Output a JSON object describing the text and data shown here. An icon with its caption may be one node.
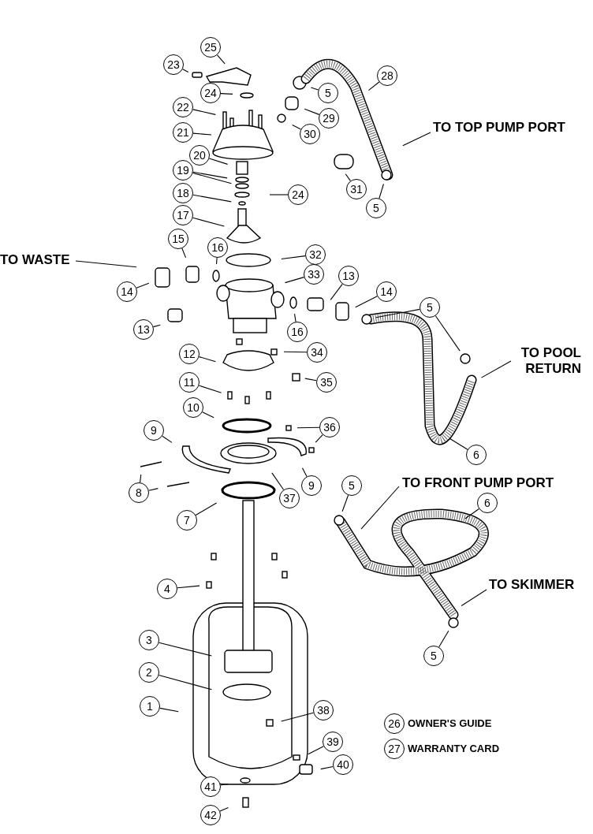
{
  "diagram": {
    "nodes": [
      {
        "text": [
          "25"
        ]
      },
      {
        "text": [
          "23"
        ]
      },
      {
        "text": [
          "28"
        ]
      },
      {
        "text": [
          "5"
        ]
      },
      {
        "text": [
          "24"
        ]
      },
      {
        "text": [
          "22"
        ]
      },
      {
        "text": [
          "29"
        ]
      },
      {
        "text": [
          "TO TOP PUMP PORT"
        ]
      },
      {
        "text": [
          "21"
        ]
      },
      {
        "text": [
          "30"
        ]
      },
      {
        "text": [
          "20"
        ]
      },
      {
        "text": [
          "19"
        ]
      },
      {
        "text": [
          "31"
        ]
      },
      {
        "text": [
          "18"
        ]
      },
      {
        "text": [
          "24"
        ]
      },
      {
        "text": [
          "5"
        ]
      },
      {
        "text": [
          "17"
        ]
      },
      {
        "text": [
          "15"
        ]
      },
      {
        "text": [
          "16"
        ]
      },
      {
        "text": [
          "32"
        ]
      },
      {
        "text": [
          "TO WASTE"
        ]
      },
      {
        "text": [
          "33"
        ]
      },
      {
        "text": [
          "13"
        ]
      },
      {
        "text": [
          "14"
        ]
      },
      {
        "text": [
          "14"
        ]
      },
      {
        "text": [
          "5"
        ]
      },
      {
        "text": [
          "13"
        ]
      },
      {
        "text": [
          "16"
        ]
      },
      {
        "text": [
          "34"
        ]
      },
      {
        "text": [
          "12"
        ]
      },
      {
        "text": [
          "TO POOL RETURN"
        ]
      },
      {
        "text": [
          "35"
        ]
      },
      {
        "text": [
          "11"
        ]
      },
      {
        "text": [
          "10"
        ]
      },
      {
        "text": [
          "36"
        ]
      },
      {
        "text": [
          "9"
        ]
      },
      {
        "text": [
          "6"
        ]
      },
      {
        "text": [
          "TO FRONT PUMP PORT"
        ]
      },
      {
        "text": [
          "9"
        ]
      },
      {
        "text": [
          "8"
        ]
      },
      {
        "text": [
          "5"
        ]
      },
      {
        "text": [
          "37"
        ]
      },
      {
        "text": [
          "6"
        ]
      },
      {
        "text": [
          "7"
        ]
      },
      {
        "text": [
          "TO SKIMMER"
        ]
      },
      {
        "text": [
          "4"
        ]
      },
      {
        "text": [
          "3"
        ]
      },
      {
        "text": [
          "5"
        ]
      },
      {
        "text": [
          "2"
        ]
      },
      {
        "text": [
          "1"
        ]
      },
      {
        "text": [
          "38"
        ]
      },
      {
        "text": [
          "26"
        ],
        "beside": [
          "OWNER'S GUIDE"
        ]
      },
      {
        "text": [
          "27"
        ],
        "beside": [
          "WARRANTY CARD"
        ]
      },
      {
        "text": [
          "39"
        ]
      },
      {
        "text": [
          "40"
        ]
      },
      {
        "text": [
          "41"
        ]
      },
      {
        "text": [
          "42"
        ]
      }
    ],
    "edges": [
      {
        "from": 0,
        "to": null,
        "arrow": "none"
      },
      {
        "from": 1,
        "to": null,
        "arrow": "none"
      },
      {
        "from": 2,
        "to": null,
        "arrow": "none"
      },
      {
        "from": 3,
        "to": null,
        "arrow": "none"
      },
      {
        "from": 4,
        "to": null,
        "arrow": "none"
      },
      {
        "from": 5,
        "to": null,
        "arrow": "none"
      },
      {
        "from": 6,
        "to": null,
        "arrow": "none"
      },
      {
        "from": 7,
        "to": null,
        "arrow": "none"
      },
      {
        "from": 8,
        "to": null,
        "arrow": "none"
      },
      {
        "from": 9,
        "to": null,
        "arrow": "none"
      },
      {
        "from": 10,
        "to": null,
        "arrow": "none"
      },
      {
        "from": 11,
        "to": null,
        "arrow": "none"
      },
      {
        "from": 11,
        "to": null,
        "arrow": "none"
      },
      {
        "from": 12,
        "to": null,
        "arrow": "none"
      },
      {
        "from": 13,
        "to": null,
        "arrow": "none"
      },
      {
        "from": 14,
        "to": null,
        "arrow": "none"
      },
      {
        "from": 15,
        "to": null,
        "arrow": "none"
      },
      {
        "from": 16,
        "to": null,
        "arrow": "none"
      },
      {
        "from": 17,
        "to": null,
        "arrow": "none"
      },
      {
        "from": 18,
        "to": null,
        "arrow": "none"
      },
      {
        "from": 19,
        "to": null,
        "arrow": "none"
      },
      {
        "from": 20,
        "to": null,
        "arrow": "none"
      },
      {
        "from": 21,
        "to": null,
        "arrow": "none"
      },
      {
        "from": 22,
        "to": null,
        "arrow": "none"
      },
      {
        "from": 23,
        "to": null,
        "arrow": "none"
      },
      {
        "from": 24,
        "to": null,
        "arrow": "none"
      },
      {
        "from": 25,
        "to": null,
        "arrow": "none"
      },
      {
        "from": 25,
        "to": null,
        "arrow": "none"
      },
      {
        "from": 26,
        "to": null,
        "arrow": "none"
      },
      {
        "from": 27,
        "to": null,
        "arrow": "none"
      },
      {
        "from": 28,
        "to": null,
        "arrow": "none"
      },
      {
        "from": 29,
        "to": null,
        "arrow": "none"
      },
      {
        "from": 30,
        "to": null,
        "arrow": "none"
      },
      {
        "from": 31,
        "to": null,
        "arrow": "none"
      },
      {
        "from": 32,
        "to": null,
        "arrow": "none"
      },
      {
        "from": 33,
        "to": null,
        "arrow": "none"
      },
      {
        "from": 34,
        "to": null,
        "arrow": "none"
      },
      {
        "from": 34,
        "to": null,
        "arrow": "none"
      },
      {
        "from": 35,
        "to": null,
        "arrow": "none"
      },
      {
        "from": 36,
        "to": null,
        "arrow": "none"
      },
      {
        "from": 37,
        "to": null,
        "arrow": "none"
      },
      {
        "from": 38,
        "to": null,
        "arrow": "none"
      },
      {
        "from": 39,
        "to": null,
        "arrow": "none"
      },
      {
        "from": 39,
        "to": null,
        "arrow": "none"
      },
      {
        "from": 40,
        "to": null,
        "arrow": "none"
      },
      {
        "from": 41,
        "to": null,
        "arrow": "none"
      },
      {
        "from": 42,
        "to": null,
        "arrow": "none"
      },
      {
        "from": 43,
        "to": null,
        "arrow": "none"
      },
      {
        "from": 44,
        "to": null,
        "arrow": "none"
      },
      {
        "from": 45,
        "to": null,
        "arrow": "none"
      },
      {
        "from": 46,
        "to": null,
        "arrow": "none"
      },
      {
        "from": 47,
        "to": null,
        "arrow": "none"
      },
      {
        "from": 48,
        "to": null,
        "arrow": "none"
      },
      {
        "from": 49,
        "to": null,
        "arrow": "none"
      },
      {
        "from": 50,
        "to": null,
        "arrow": "none"
      },
      {
        "from": 53,
        "to": null,
        "arrow": "none"
      },
      {
        "from": 54,
        "to": null,
        "arrow": "none"
      },
      {
        "from": 55,
        "to": null,
        "arrow": "none"
      },
      {
        "from": 56,
        "to": null,
        "arrow": "none"
      }
    ]
  }
}
